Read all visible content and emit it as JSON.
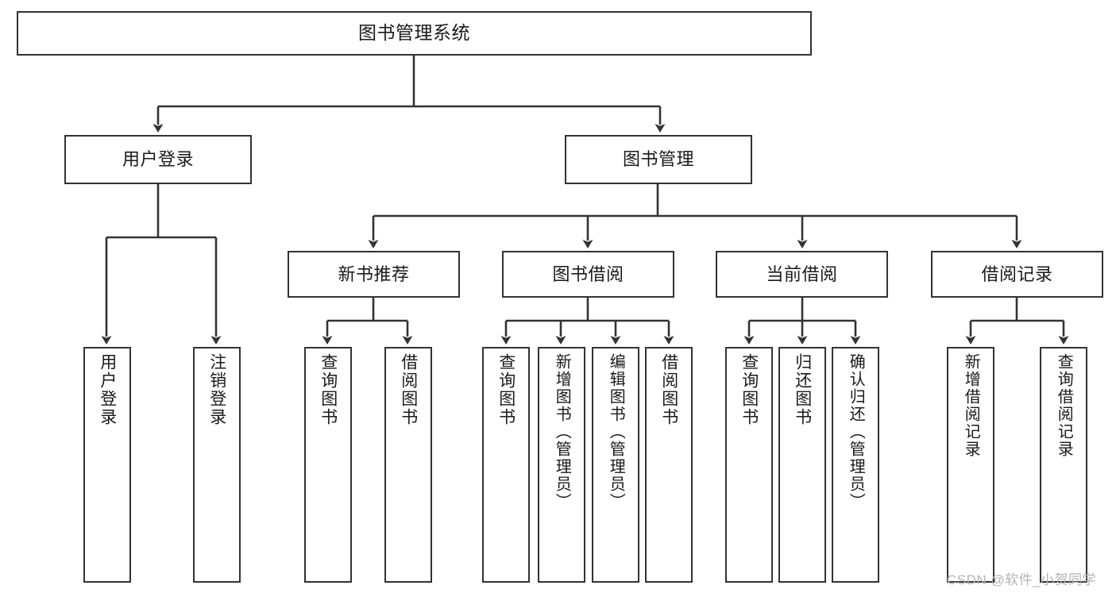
{
  "diagram": {
    "title": "图书管理系统",
    "type": "tree-hierarchy-diagram",
    "watermark": "CSDN @软件_小贺同学",
    "colors": {
      "box_border": "#333333",
      "box_fill": "#ffffff",
      "connector": "#333333",
      "text": "#1a1a1a",
      "watermark": "#b4b4b4"
    },
    "nodes": {
      "root": {
        "label": "图书管理系统"
      },
      "level2": [
        {
          "id": "user-login",
          "label": "用户登录"
        },
        {
          "id": "book-management",
          "label": "图书管理"
        }
      ],
      "level3": [
        {
          "id": "new-book-recommend",
          "label": "新书推荐"
        },
        {
          "id": "book-borrow",
          "label": "图书借阅"
        },
        {
          "id": "current-borrow",
          "label": "当前借阅"
        },
        {
          "id": "borrow-record",
          "label": "借阅记录"
        }
      ],
      "leaves": {
        "user_login": [
          {
            "id": "leaf-user-login",
            "label": "用户登录"
          },
          {
            "id": "leaf-logout-login",
            "label": "注销登录"
          }
        ],
        "new_book_recommend": [
          {
            "id": "leaf-query-book-1",
            "label": "查询图书"
          },
          {
            "id": "leaf-borrow-book-1",
            "label": "借阅图书"
          }
        ],
        "book_borrow": [
          {
            "id": "leaf-query-book-2",
            "label": "查询图书"
          },
          {
            "id": "leaf-add-book",
            "label": "新增图书（管理员）"
          },
          {
            "id": "leaf-edit-book",
            "label": "编辑图书（管理员）"
          },
          {
            "id": "leaf-borrow-book-2",
            "label": "借阅图书"
          }
        ],
        "current_borrow": [
          {
            "id": "leaf-query-book-3",
            "label": "查询图书"
          },
          {
            "id": "leaf-return-book",
            "label": "归还图书"
          },
          {
            "id": "leaf-confirm-return",
            "label": "确认归还（管理员）"
          }
        ],
        "borrow_record": [
          {
            "id": "leaf-add-record",
            "label": "新增借阅记录"
          },
          {
            "id": "leaf-query-record",
            "label": "查询借阅记录"
          }
        ]
      }
    }
  }
}
